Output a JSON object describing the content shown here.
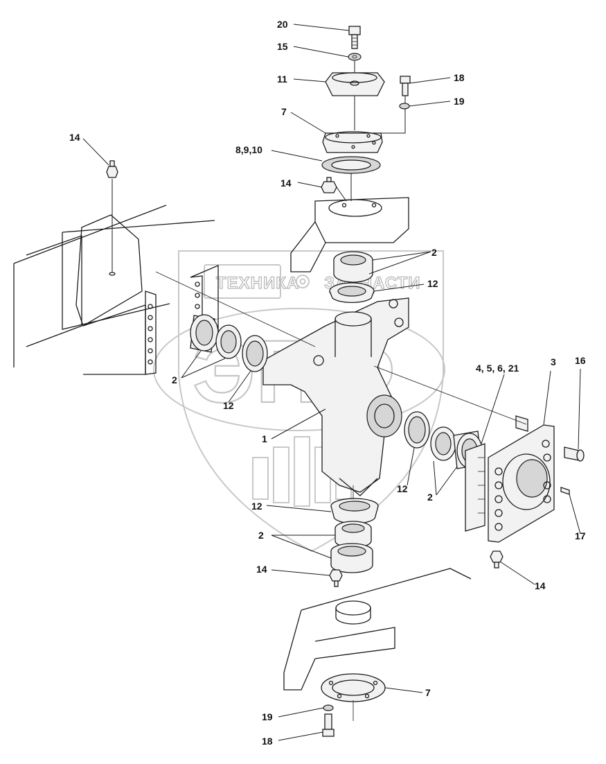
{
  "watermark": {
    "company_line": "ТЕХНИКА",
    "company_line2": "ЗАПЧАСТИ",
    "logo_letters": "ЭПФ"
  },
  "callouts": [
    {
      "id": "c20",
      "text": "20"
    },
    {
      "id": "c15",
      "text": "15"
    },
    {
      "id": "c11",
      "text": "11"
    },
    {
      "id": "c18a",
      "text": "18"
    },
    {
      "id": "c19a",
      "text": "19"
    },
    {
      "id": "c7a",
      "text": "7"
    },
    {
      "id": "c8910",
      "text": "8,9,10"
    },
    {
      "id": "c14a",
      "text": "14"
    },
    {
      "id": "c14b",
      "text": "14"
    },
    {
      "id": "c2a",
      "text": "2"
    },
    {
      "id": "c12a",
      "text": "12"
    },
    {
      "id": "c2b",
      "text": "2"
    },
    {
      "id": "c12b",
      "text": "12"
    },
    {
      "id": "c1",
      "text": "1"
    },
    {
      "id": "c4to21",
      "text": "4, 5, 6, 21"
    },
    {
      "id": "c3",
      "text": "3"
    },
    {
      "id": "c16",
      "text": "16"
    },
    {
      "id": "c12c",
      "text": "12"
    },
    {
      "id": "c2c",
      "text": "2"
    },
    {
      "id": "c17",
      "text": "17"
    },
    {
      "id": "c12d",
      "text": "12"
    },
    {
      "id": "c2d",
      "text": "2"
    },
    {
      "id": "c14c",
      "text": "14"
    },
    {
      "id": "c14d",
      "text": "14"
    },
    {
      "id": "c7b",
      "text": "7"
    },
    {
      "id": "c19b",
      "text": "19"
    },
    {
      "id": "c18b",
      "text": "18"
    }
  ]
}
